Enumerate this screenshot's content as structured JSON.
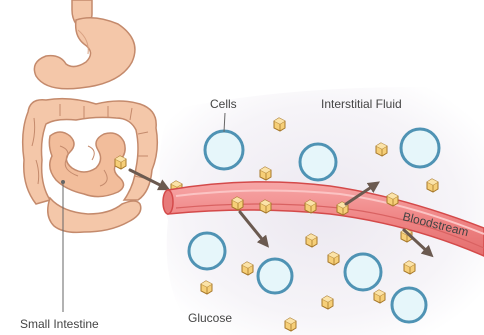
{
  "labels": {
    "cells": "Cells",
    "interstitial_fluid": "Interstitial Fluid",
    "bloodstream": "Bloodstream",
    "glucose": "Glucose",
    "small_intestine": "Small Intestine"
  },
  "colors": {
    "organ_fill": "#f4c7a9",
    "organ_outline": "#c48a6c",
    "vessel_fill": "#f08a8a",
    "vessel_edge": "#d44a4a",
    "cell_fill": "#e6f6fa",
    "cell_outline": "#4f93b4",
    "glucose_fill": "#f6cf78",
    "glucose_outline": "#a7782a",
    "arrow": "#6b5a50",
    "text": "#444444"
  },
  "icons": [
    "cell-icon",
    "glucose-cube-icon",
    "arrow-icon"
  ]
}
